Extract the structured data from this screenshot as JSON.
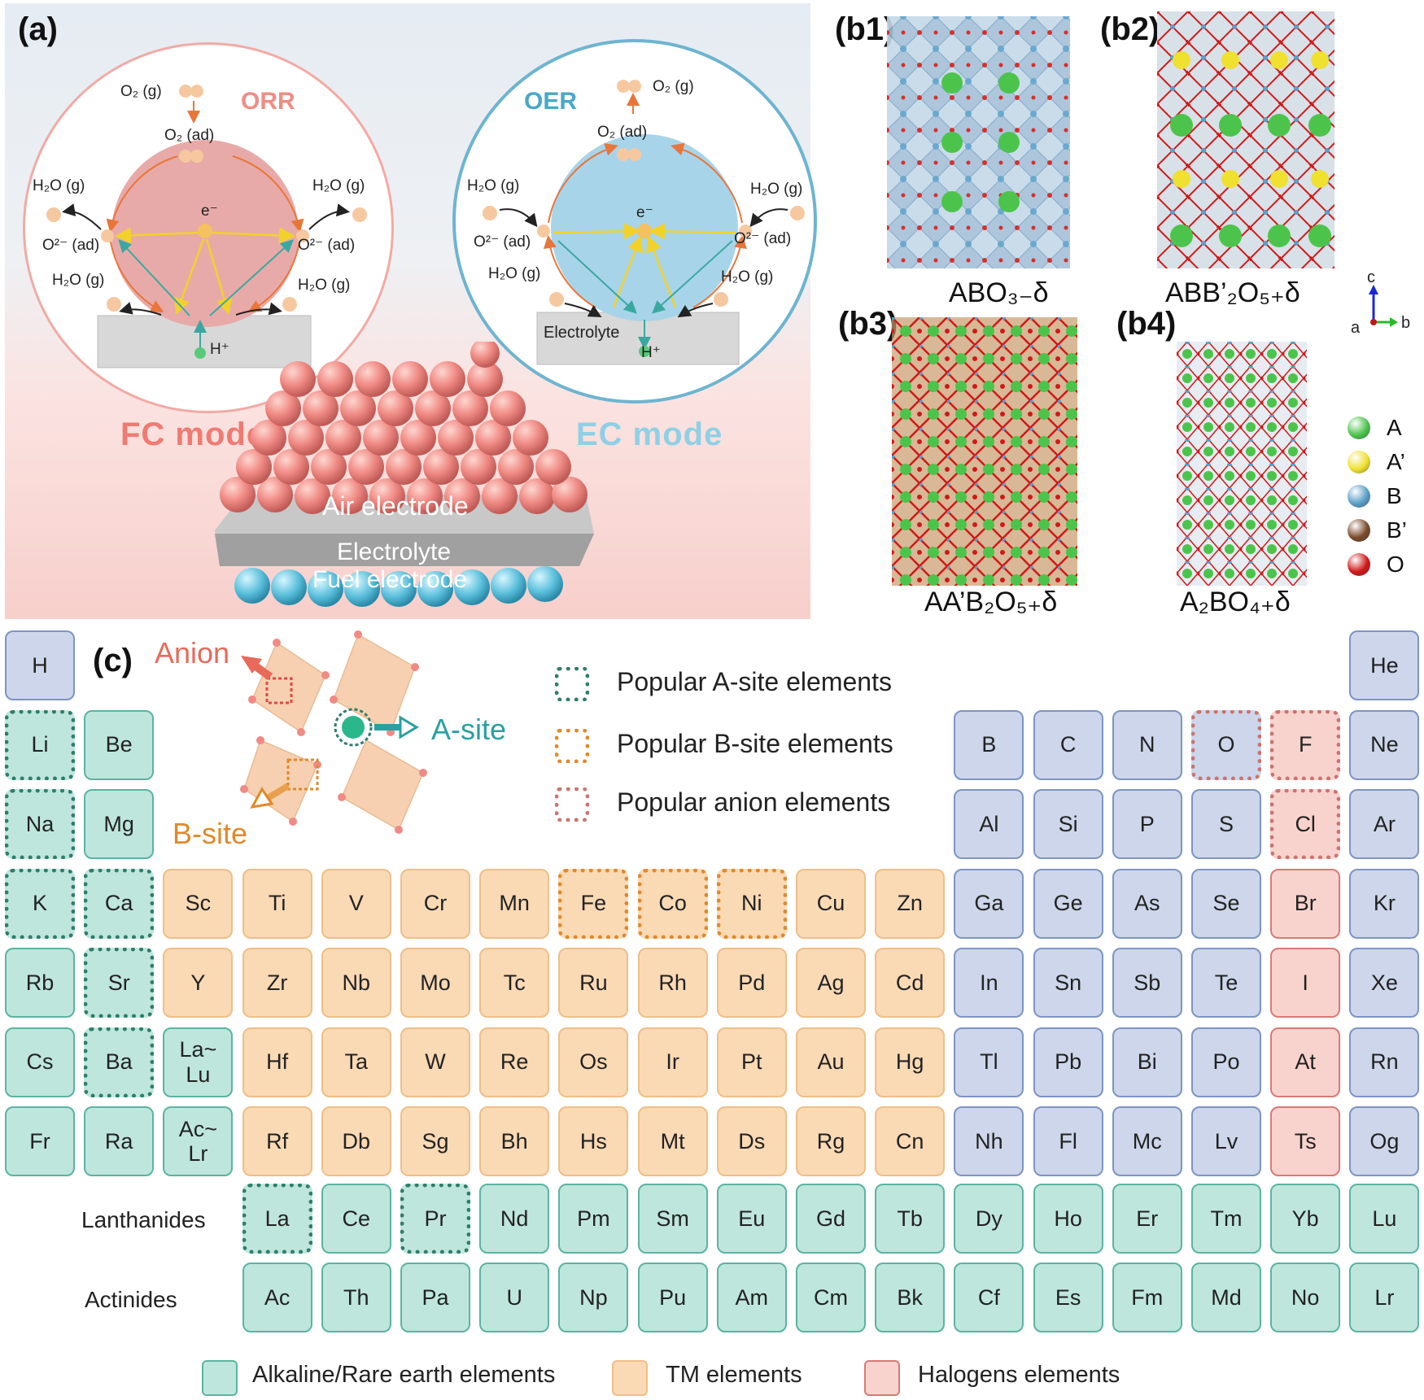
{
  "panels": {
    "a": "(a)",
    "b1": "(b1)",
    "b2": "(b2)",
    "b3": "(b3)",
    "b4": "(b4)",
    "c": "(c)"
  },
  "orr": {
    "title": "ORR",
    "o2g": "O₂ (g)",
    "o2ad": "O₂ (ad)",
    "h2o_tl": "H₂O (g)",
    "h2o_tr": "H₂O (g)",
    "o2m_l": "O²⁻ (ad)",
    "o2m_r": "O²⁻ (ad)",
    "h2o_bl": "H₂O (g)",
    "h2o_br": "H₂O (g)",
    "electron": "e⁻",
    "proton": "H⁺"
  },
  "oer": {
    "title": "OER",
    "o2g": "O₂ (g)",
    "o2ad": "O₂ (ad)",
    "h2o_tl": "H₂O (g)",
    "h2o_tr": "H₂O (g)",
    "o2m_l": "O²⁻ (ad)",
    "o2m_r": "O²⁻ (ad)",
    "h2o_bl": "H₂O (g)",
    "h2o_br": "H₂O (g)",
    "electron": "e⁻",
    "electrolyte": "Electrolyte",
    "proton": "H⁺"
  },
  "modes": {
    "fc": "FC mode",
    "ec": "EC mode"
  },
  "cell_layers": {
    "air": "Air electrode",
    "electrolyte": "Electrolyte",
    "fuel": "Fuel electrode"
  },
  "structures": {
    "s1": "ABO₃₋δ",
    "s2": "ABB’₂O₅₊δ",
    "s3": "AA’B₂O₅₊δ",
    "s4": "A₂BO₄₊δ"
  },
  "axes": {
    "a": "a",
    "b": "b",
    "c": "c"
  },
  "atom_legend": [
    {
      "label": "A",
      "color": "#4cc44c"
    },
    {
      "label": "A’",
      "color": "#f0e030"
    },
    {
      "label": "B",
      "color": "#5a9ec8"
    },
    {
      "label": "B’",
      "color": "#7a4a2a"
    },
    {
      "label": "O",
      "color": "#d01818"
    }
  ],
  "site_labels": {
    "anion": "Anion",
    "asite": "A-site",
    "bsite": "B-site"
  },
  "popular_legend": {
    "a": "Popular A-site elements",
    "b": "Popular B-site elements",
    "x": "Popular anion elements"
  },
  "row_labels": {
    "lan": "Lanthanides",
    "act": "Actinides"
  },
  "bottom_legend": {
    "alk": "Alkaline/Rare earth elements",
    "tm": "TM elements",
    "hal": "Halogens elements"
  },
  "colors": {
    "alkaline": "#bfe6dc",
    "tm": "#fad9b5",
    "halogen": "#f8d3ce",
    "nonmetal": "#cdd6ea",
    "orr": "#f08c84",
    "oer": "#5ab7cf",
    "fc_mode": "#f07a72",
    "ec_mode": "#8fd0e6"
  },
  "elements": [
    {
      "s": "H",
      "c": 1,
      "r": 1,
      "t": "non"
    },
    {
      "s": "He",
      "c": 18,
      "r": 1,
      "t": "non"
    },
    {
      "s": "Li",
      "c": 1,
      "r": 2,
      "t": "alk",
      "p": "a"
    },
    {
      "s": "Be",
      "c": 2,
      "r": 2,
      "t": "alk"
    },
    {
      "s": "B",
      "c": 13,
      "r": 2,
      "t": "non"
    },
    {
      "s": "C",
      "c": 14,
      "r": 2,
      "t": "non"
    },
    {
      "s": "N",
      "c": 15,
      "r": 2,
      "t": "non"
    },
    {
      "s": "O",
      "c": 16,
      "r": 2,
      "t": "non",
      "p": "x"
    },
    {
      "s": "F",
      "c": 17,
      "r": 2,
      "t": "hal",
      "p": "x"
    },
    {
      "s": "Ne",
      "c": 18,
      "r": 2,
      "t": "non"
    },
    {
      "s": "Na",
      "c": 1,
      "r": 3,
      "t": "alk",
      "p": "a"
    },
    {
      "s": "Mg",
      "c": 2,
      "r": 3,
      "t": "alk"
    },
    {
      "s": "Al",
      "c": 13,
      "r": 3,
      "t": "non"
    },
    {
      "s": "Si",
      "c": 14,
      "r": 3,
      "t": "non"
    },
    {
      "s": "P",
      "c": 15,
      "r": 3,
      "t": "non"
    },
    {
      "s": "S",
      "c": 16,
      "r": 3,
      "t": "non"
    },
    {
      "s": "Cl",
      "c": 17,
      "r": 3,
      "t": "hal",
      "p": "x"
    },
    {
      "s": "Ar",
      "c": 18,
      "r": 3,
      "t": "non"
    },
    {
      "s": "K",
      "c": 1,
      "r": 4,
      "t": "alk",
      "p": "a"
    },
    {
      "s": "Ca",
      "c": 2,
      "r": 4,
      "t": "alk",
      "p": "a"
    },
    {
      "s": "Sc",
      "c": 3,
      "r": 4,
      "t": "tm"
    },
    {
      "s": "Ti",
      "c": 4,
      "r": 4,
      "t": "tm"
    },
    {
      "s": "V",
      "c": 5,
      "r": 4,
      "t": "tm"
    },
    {
      "s": "Cr",
      "c": 6,
      "r": 4,
      "t": "tm"
    },
    {
      "s": "Mn",
      "c": 7,
      "r": 4,
      "t": "tm"
    },
    {
      "s": "Fe",
      "c": 8,
      "r": 4,
      "t": "tm",
      "p": "b"
    },
    {
      "s": "Co",
      "c": 9,
      "r": 4,
      "t": "tm",
      "p": "b"
    },
    {
      "s": "Ni",
      "c": 10,
      "r": 4,
      "t": "tm",
      "p": "b"
    },
    {
      "s": "Cu",
      "c": 11,
      "r": 4,
      "t": "tm"
    },
    {
      "s": "Zn",
      "c": 12,
      "r": 4,
      "t": "tm"
    },
    {
      "s": "Ga",
      "c": 13,
      "r": 4,
      "t": "non"
    },
    {
      "s": "Ge",
      "c": 14,
      "r": 4,
      "t": "non"
    },
    {
      "s": "As",
      "c": 15,
      "r": 4,
      "t": "non"
    },
    {
      "s": "Se",
      "c": 16,
      "r": 4,
      "t": "non"
    },
    {
      "s": "Br",
      "c": 17,
      "r": 4,
      "t": "hal"
    },
    {
      "s": "Kr",
      "c": 18,
      "r": 4,
      "t": "non"
    },
    {
      "s": "Rb",
      "c": 1,
      "r": 5,
      "t": "alk"
    },
    {
      "s": "Sr",
      "c": 2,
      "r": 5,
      "t": "alk",
      "p": "a"
    },
    {
      "s": "Y",
      "c": 3,
      "r": 5,
      "t": "tm"
    },
    {
      "s": "Zr",
      "c": 4,
      "r": 5,
      "t": "tm"
    },
    {
      "s": "Nb",
      "c": 5,
      "r": 5,
      "t": "tm"
    },
    {
      "s": "Mo",
      "c": 6,
      "r": 5,
      "t": "tm"
    },
    {
      "s": "Tc",
      "c": 7,
      "r": 5,
      "t": "tm"
    },
    {
      "s": "Ru",
      "c": 8,
      "r": 5,
      "t": "tm"
    },
    {
      "s": "Rh",
      "c": 9,
      "r": 5,
      "t": "tm"
    },
    {
      "s": "Pd",
      "c": 10,
      "r": 5,
      "t": "tm"
    },
    {
      "s": "Ag",
      "c": 11,
      "r": 5,
      "t": "tm"
    },
    {
      "s": "Cd",
      "c": 12,
      "r": 5,
      "t": "tm"
    },
    {
      "s": "In",
      "c": 13,
      "r": 5,
      "t": "non"
    },
    {
      "s": "Sn",
      "c": 14,
      "r": 5,
      "t": "non"
    },
    {
      "s": "Sb",
      "c": 15,
      "r": 5,
      "t": "non"
    },
    {
      "s": "Te",
      "c": 16,
      "r": 5,
      "t": "non"
    },
    {
      "s": "I",
      "c": 17,
      "r": 5,
      "t": "hal"
    },
    {
      "s": "Xe",
      "c": 18,
      "r": 5,
      "t": "non"
    },
    {
      "s": "Cs",
      "c": 1,
      "r": 6,
      "t": "alk"
    },
    {
      "s": "Ba",
      "c": 2,
      "r": 6,
      "t": "alk",
      "p": "a"
    },
    {
      "s": "La~",
      "s2": "Lu",
      "c": 3,
      "r": 6,
      "t": "alk"
    },
    {
      "s": "Hf",
      "c": 4,
      "r": 6,
      "t": "tm"
    },
    {
      "s": "Ta",
      "c": 5,
      "r": 6,
      "t": "tm"
    },
    {
      "s": "W",
      "c": 6,
      "r": 6,
      "t": "tm"
    },
    {
      "s": "Re",
      "c": 7,
      "r": 6,
      "t": "tm"
    },
    {
      "s": "Os",
      "c": 8,
      "r": 6,
      "t": "tm"
    },
    {
      "s": "Ir",
      "c": 9,
      "r": 6,
      "t": "tm"
    },
    {
      "s": "Pt",
      "c": 10,
      "r": 6,
      "t": "tm"
    },
    {
      "s": "Au",
      "c": 11,
      "r": 6,
      "t": "tm"
    },
    {
      "s": "Hg",
      "c": 12,
      "r": 6,
      "t": "tm"
    },
    {
      "s": "Tl",
      "c": 13,
      "r": 6,
      "t": "non"
    },
    {
      "s": "Pb",
      "c": 14,
      "r": 6,
      "t": "non"
    },
    {
      "s": "Bi",
      "c": 15,
      "r": 6,
      "t": "non"
    },
    {
      "s": "Po",
      "c": 16,
      "r": 6,
      "t": "non"
    },
    {
      "s": "At",
      "c": 17,
      "r": 6,
      "t": "hal"
    },
    {
      "s": "Rn",
      "c": 18,
      "r": 6,
      "t": "non"
    },
    {
      "s": "Fr",
      "c": 1,
      "r": 7,
      "t": "alk"
    },
    {
      "s": "Ra",
      "c": 2,
      "r": 7,
      "t": "alk"
    },
    {
      "s": "Ac~",
      "s2": "Lr",
      "c": 3,
      "r": 7,
      "t": "alk"
    },
    {
      "s": "Rf",
      "c": 4,
      "r": 7,
      "t": "tm"
    },
    {
      "s": "Db",
      "c": 5,
      "r": 7,
      "t": "tm"
    },
    {
      "s": "Sg",
      "c": 6,
      "r": 7,
      "t": "tm"
    },
    {
      "s": "Bh",
      "c": 7,
      "r": 7,
      "t": "tm"
    },
    {
      "s": "Hs",
      "c": 8,
      "r": 7,
      "t": "tm"
    },
    {
      "s": "Mt",
      "c": 9,
      "r": 7,
      "t": "tm"
    },
    {
      "s": "Ds",
      "c": 10,
      "r": 7,
      "t": "tm"
    },
    {
      "s": "Rg",
      "c": 11,
      "r": 7,
      "t": "tm"
    },
    {
      "s": "Cn",
      "c": 12,
      "r": 7,
      "t": "tm"
    },
    {
      "s": "Nh",
      "c": 13,
      "r": 7,
      "t": "non"
    },
    {
      "s": "Fl",
      "c": 14,
      "r": 7,
      "t": "non"
    },
    {
      "s": "Mc",
      "c": 15,
      "r": 7,
      "t": "non"
    },
    {
      "s": "Lv",
      "c": 16,
      "r": 7,
      "t": "non"
    },
    {
      "s": "Ts",
      "c": 17,
      "r": 7,
      "t": "hal"
    },
    {
      "s": "Og",
      "c": 18,
      "r": 7,
      "t": "non"
    },
    {
      "s": "La",
      "c": 4,
      "r": 8,
      "t": "alk",
      "p": "a"
    },
    {
      "s": "Ce",
      "c": 5,
      "r": 8,
      "t": "alk"
    },
    {
      "s": "Pr",
      "c": 6,
      "r": 8,
      "t": "alk",
      "p": "a"
    },
    {
      "s": "Nd",
      "c": 7,
      "r": 8,
      "t": "alk"
    },
    {
      "s": "Pm",
      "c": 8,
      "r": 8,
      "t": "alk"
    },
    {
      "s": "Sm",
      "c": 9,
      "r": 8,
      "t": "alk"
    },
    {
      "s": "Eu",
      "c": 10,
      "r": 8,
      "t": "alk"
    },
    {
      "s": "Gd",
      "c": 11,
      "r": 8,
      "t": "alk"
    },
    {
      "s": "Tb",
      "c": 12,
      "r": 8,
      "t": "alk"
    },
    {
      "s": "Dy",
      "c": 13,
      "r": 8,
      "t": "alk"
    },
    {
      "s": "Ho",
      "c": 14,
      "r": 8,
      "t": "alk"
    },
    {
      "s": "Er",
      "c": 15,
      "r": 8,
      "t": "alk"
    },
    {
      "s": "Tm",
      "c": 16,
      "r": 8,
      "t": "alk"
    },
    {
      "s": "Yb",
      "c": 17,
      "r": 8,
      "t": "alk"
    },
    {
      "s": "Lu",
      "c": 18,
      "r": 8,
      "t": "alk"
    },
    {
      "s": "Ac",
      "c": 4,
      "r": 9,
      "t": "alk"
    },
    {
      "s": "Th",
      "c": 5,
      "r": 9,
      "t": "alk"
    },
    {
      "s": "Pa",
      "c": 6,
      "r": 9,
      "t": "alk"
    },
    {
      "s": "U",
      "c": 7,
      "r": 9,
      "t": "alk"
    },
    {
      "s": "Np",
      "c": 8,
      "r": 9,
      "t": "alk"
    },
    {
      "s": "Pu",
      "c": 9,
      "r": 9,
      "t": "alk"
    },
    {
      "s": "Am",
      "c": 10,
      "r": 9,
      "t": "alk"
    },
    {
      "s": "Cm",
      "c": 11,
      "r": 9,
      "t": "alk"
    },
    {
      "s": "Bk",
      "c": 12,
      "r": 9,
      "t": "alk"
    },
    {
      "s": "Cf",
      "c": 13,
      "r": 9,
      "t": "alk"
    },
    {
      "s": "Es",
      "c": 14,
      "r": 9,
      "t": "alk"
    },
    {
      "s": "Fm",
      "c": 15,
      "r": 9,
      "t": "alk"
    },
    {
      "s": "Md",
      "c": 16,
      "r": 9,
      "t": "alk"
    },
    {
      "s": "No",
      "c": 17,
      "r": 9,
      "t": "alk"
    },
    {
      "s": "Lr",
      "c": 18,
      "r": 9,
      "t": "alk"
    }
  ]
}
